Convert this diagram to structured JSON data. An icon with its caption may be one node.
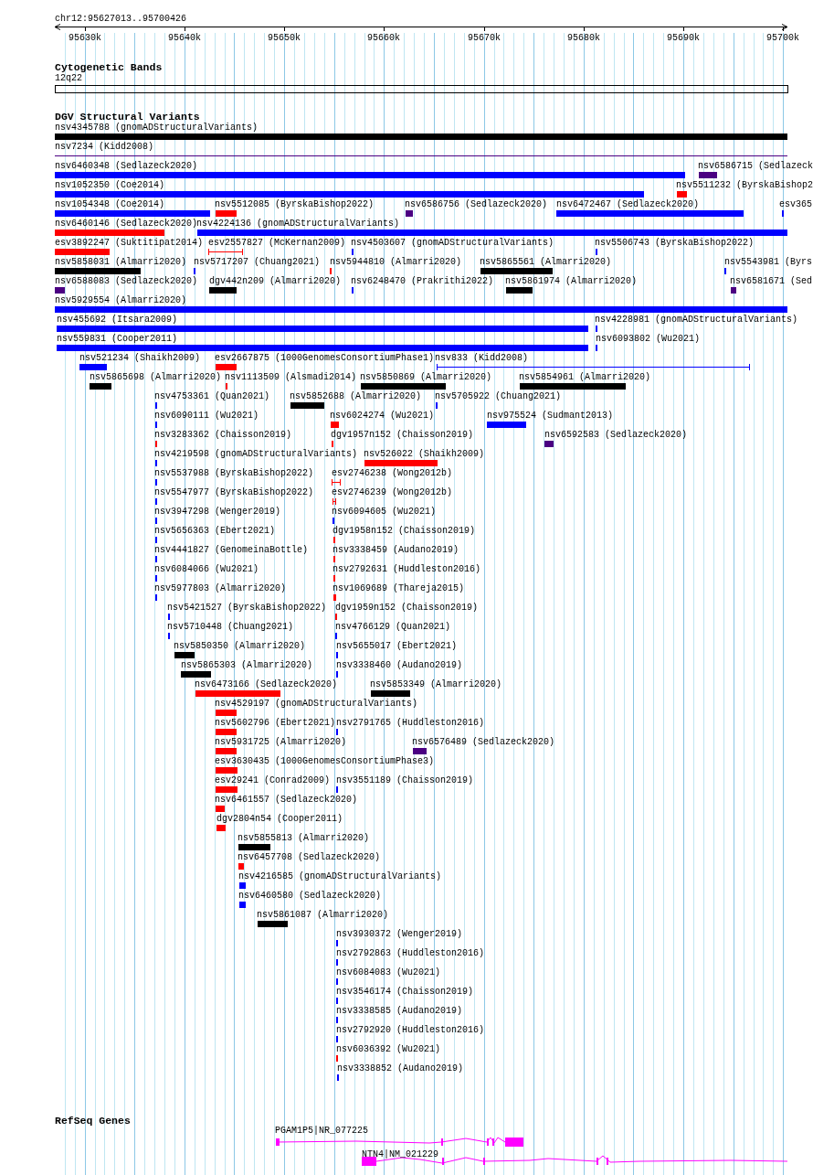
{
  "diagram": {
    "labels": [
      "chr12:95627013..95700426",
      "95630k",
      "95640k",
      "95650k",
      "95660k",
      "95670k",
      "95680k",
      "95690k",
      "95700k",
      "Cytogenetic Bands",
      "12q22",
      "DGV Structural Variants",
      "nsv4345788 (gnomADStructuralVariants)",
      "nsv7234 (Kidd2008)",
      "nsv6460348 (Sedlazeck2020)",
      "nsv6586715 (Sedlazeck",
      "nsv1052350 (Coe2014)",
      "nsv5511232 (ByrskaBishop2",
      "nsv1054348 (Coe2014)",
      "nsv5512085 (ByrskaBishop2022)",
      "nsv6586756 (Sedlazeck2020)",
      "nsv6472467 (Sedlazeck2020)",
      "esv365",
      "nsv6460146 (Sedlazeck2020)",
      "nsv4224136 (gnomADStructuralVariants)",
      "esv3892247 (Suktitipat2014)",
      "esv2557827 (McKernan2009)",
      "nsv4503607 (gnomADStructuralVariants)",
      "nsv5506743 (ByrskaBishop2022)",
      "nsv5858031 (Almarri2020)",
      "nsv5717207 (Chuang2021)",
      "nsv5944810 (Almarri2020)",
      "nsv5865561 (Almarri2020)",
      "nsv5543981 (Byrs",
      "nsv6588083 (Sedlazeck2020)",
      "dgv442n209 (Almarri2020)",
      "nsv6248470 (Prakrithi2022)",
      "nsv5861974 (Almarri2020)",
      "nsv6581671 (Sed",
      "nsv5929554 (Almarri2020)",
      "nsv455692 (Itsara2009)",
      "nsv4228981 (gnomADStructuralVariants)",
      "nsv559831 (Cooper2011)",
      "nsv6093802 (Wu2021)",
      "nsv521234 (Shaikh2009)",
      "esv2667875 (1000GenomesConsortiumPhase1)",
      "nsv833 (Kidd2008)",
      "nsv5865698 (Almarri2020)",
      "nsv1113509 (Alsmadi2014)",
      "nsv5850869 (Almarri2020)",
      "nsv5854961 (Almarri2020)",
      "nsv4753361 (Quan2021)",
      "nsv5852688 (Almarri2020)",
      "nsv5705922 (Chuang2021)",
      "nsv6090111 (Wu2021)",
      "nsv6024274 (Wu2021)",
      "nsv975524 (Sudmant2013)",
      "nsv3283362 (Chaisson2019)",
      "dgv1957n152 (Chaisson2019)",
      "nsv6592583 (Sedlazeck2020)",
      "nsv4219598 (gnomADStructuralVariants)",
      "nsv526022 (Shaikh2009)",
      "nsv5537988 (ByrskaBishop2022)",
      "esv2746238 (Wong2012b)",
      "nsv5547977 (ByrskaBishop2022)",
      "esv2746239 (Wong2012b)",
      "nsv3947298 (Wenger2019)",
      "nsv6094605 (Wu2021)",
      "nsv5656363 (Ebert2021)",
      "dgv1958n152 (Chaisson2019)",
      "nsv4441827 (GenomeinaBottle)",
      "nsv3338459 (Audano2019)",
      "nsv6084066 (Wu2021)",
      "nsv2792631 (Huddleston2016)",
      "nsv5977803 (Almarri2020)",
      "nsv1069689 (Thareja2015)",
      "nsv5421527 (ByrskaBishop2022)",
      "dgv1959n152 (Chaisson2019)",
      "nsv5710448 (Chuang2021)",
      "nsv4766129 (Quan2021)",
      "nsv5850350 (Almarri2020)",
      "nsv5655017 (Ebert2021)",
      "nsv5865303 (Almarri2020)",
      "nsv3338460 (Audano2019)",
      "nsv6473166 (Sedlazeck2020)",
      "nsv5853349 (Almarri2020)",
      "nsv4529197 (gnomADStructuralVariants)",
      "nsv5602796 (Ebert2021)",
      "nsv2791765 (Huddleston2016)",
      "nsv5931725 (Almarri2020)",
      "nsv6576489 (Sedlazeck2020)",
      "esv3630435 (1000GenomesConsortiumPhase3)",
      "esv29241 (Conrad2009)",
      "nsv3551189 (Chaisson2019)",
      "nsv6461557 (Sedlazeck2020)",
      "dgv2804n54 (Cooper2011)",
      "nsv5855813 (Almarri2020)",
      "nsv6457708 (Sedlazeck2020)",
      "nsv4216585 (gnomADStructuralVariants)",
      "nsv6460580 (Sedlazeck2020)",
      "nsv5861087 (Almarri2020)",
      "nsv3930372 (Wenger2019)",
      "nsv2792863 (Huddleston2016)",
      "nsv6084083 (Wu2021)",
      "nsv3546174 (Chaisson2019)",
      "nsv3338585 (Audano2019)",
      "nsv2792920 (Huddleston2016)",
      "nsv6036392 (Wu2021)",
      "nsv3338852 (Audano2019)",
      "RefSeq Genes",
      "PGAM1P5|NR_077225",
      "NTN4|NM_021229"
    ]
  }
}
